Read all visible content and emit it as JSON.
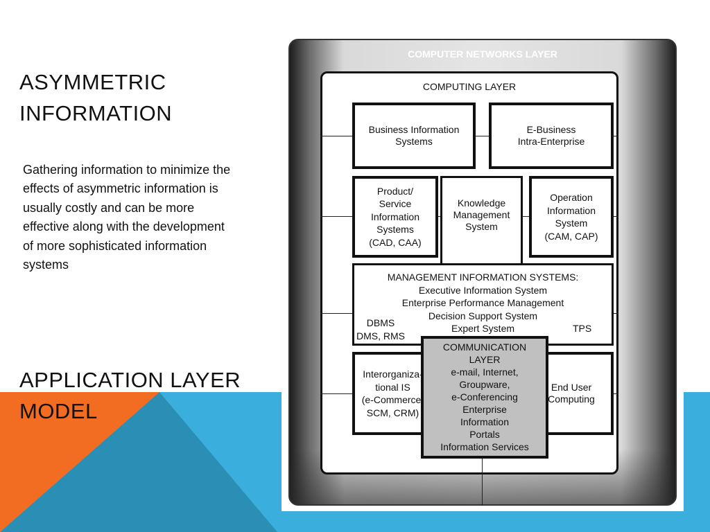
{
  "slide": {
    "title1_line1": "ASYMMETRIC",
    "title1_line2": "INFORMATION",
    "body": "Gathering information to minimize the effects of asymmetric information is usually costly and can be more effective along with the development of more sophisticated information systems",
    "title2_line1": "APPLICATION LAYER",
    "title2_line2": "MODEL",
    "colors": {
      "orange": "#f26d21",
      "blue": "#3aaedc",
      "teal": "#2b8fb5"
    }
  },
  "diagram": {
    "outer_label": "COMPUTER NETWORKS LAYER",
    "inner_label": "COMPUTING LAYER",
    "bis": [
      "Business Information",
      "Systems"
    ],
    "ebusiness": [
      "E-Business",
      "Intra-Enterprise"
    ],
    "product": [
      "Product/",
      "Service",
      "Information",
      "Systems",
      "(CAD, CAA)"
    ],
    "knowledge": [
      "Knowledge",
      "Management",
      "System"
    ],
    "operation": [
      "Operation",
      "Information",
      "System",
      "(CAM, CAP)"
    ],
    "mis": {
      "title": "MANAGEMENT INFORMATION SYSTEMS:",
      "items": [
        "Executive Information System",
        "Enterprise Performance Management",
        "Decision Support System",
        "Expert System"
      ],
      "left": [
        "DBMS",
        "DMS, RMS"
      ],
      "right": "TPS"
    },
    "communication": [
      "COMMUNICATION",
      "LAYER",
      "e-mail, Internet,",
      "Groupware,",
      "e-Conferencing",
      "Enterprise",
      "Information",
      "Portals",
      "Information Services"
    ],
    "interorg": [
      "Interorganiza-",
      "tional IS",
      "(e-Commerce,",
      "SCM, CRM)"
    ],
    "enduser": [
      "End User",
      "Computing"
    ]
  }
}
